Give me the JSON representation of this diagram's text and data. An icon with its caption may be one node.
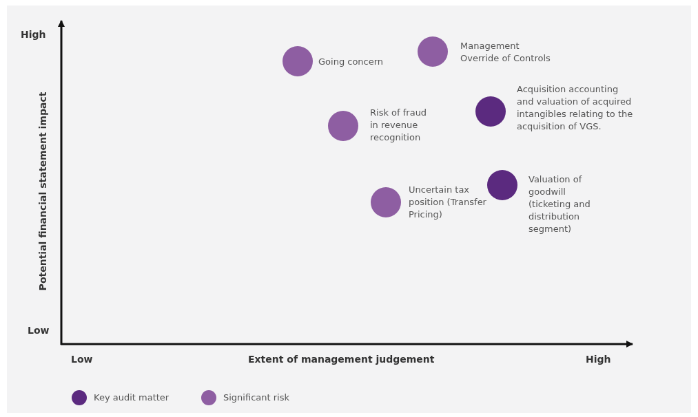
{
  "diagram": {
    "nodes": [
      {
        "text": [
          "Going concern"
        ]
      },
      {
        "text": [
          "Management Override of Controls"
        ]
      },
      {
        "text": [
          "Acquisition accounting and valuation of acquired intangibles relating to the acquisition of VGS."
        ]
      },
      {
        "text": [
          "Risk of fraud in revenue recognition"
        ]
      },
      {
        "text": [
          "Valuation of goodwill (ticketing and distribution segment)"
        ]
      },
      {
        "text": [
          "Uncertain tax position (Transfer Pricing)"
        ]
      }
    ],
    "labels": [
      "High",
      "Potential financial statement impact",
      "Low",
      "Low",
      "Extent of management judgement",
      "High"
    ],
    "legend": [
      {
        "text": "Key audit matter",
        "color": "#5b2a7f"
      },
      {
        "text": "Significant risk",
        "color": "#8e5ea2"
      }
    ]
  }
}
